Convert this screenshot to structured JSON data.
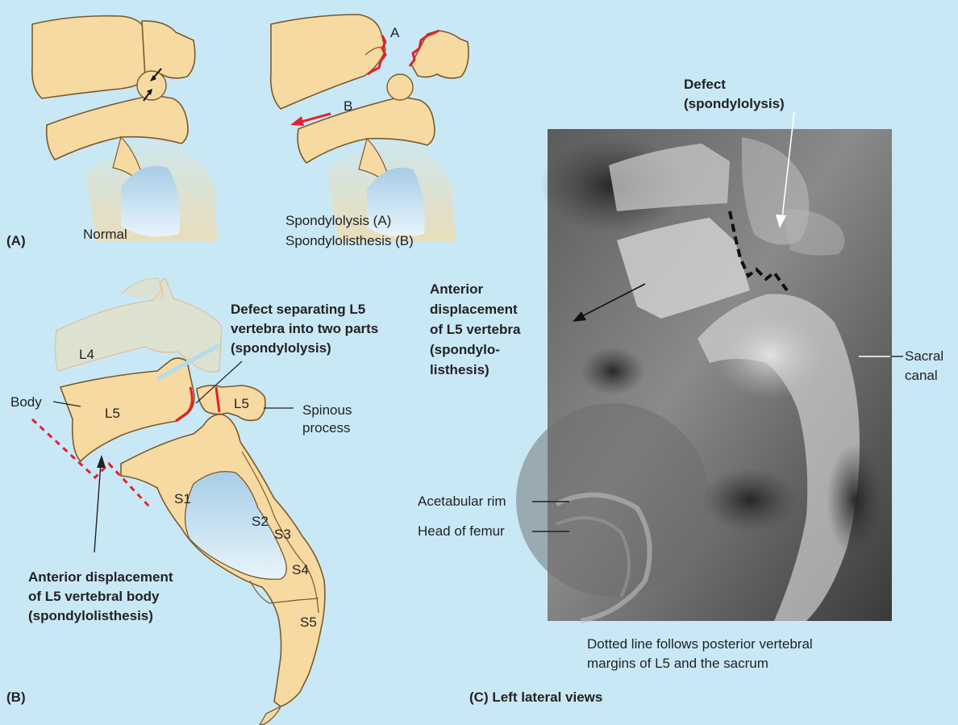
{
  "panel_a": {
    "tag": "(A)",
    "normal_caption": "Normal",
    "marker_a": "A",
    "marker_b": "B",
    "caption_line1": "Spondylolysis (A)",
    "caption_line2": "Spondylolisthesis (B)"
  },
  "panel_b": {
    "tag": "(B)",
    "vertebra_labels": {
      "l4": "L4",
      "l5_body": "L5",
      "l5_spinous": "L5"
    },
    "sacral_labels": [
      "S1",
      "S2",
      "S3",
      "S4",
      "S5"
    ],
    "body_label": "Body",
    "spinous_line1": "Spinous",
    "spinous_line2": "process",
    "defect_line1": "Defect separating L5",
    "defect_line2": "vertebra into two parts",
    "defect_line3": "(spondylolysis)",
    "anterior_line1": "Anterior displacement",
    "anterior_line2": "of L5 vertebral body",
    "anterior_line3": "(spondylolisthesis)"
  },
  "panel_c": {
    "tag": "(C) Left lateral views",
    "defect_line1": "Defect",
    "defect_line2": "(spondylolysis)",
    "anterior_line1": "Anterior",
    "anterior_line2": "displacement",
    "anterior_line3": "of L5 vertebra",
    "anterior_line4": "(spondylo-",
    "anterior_line5": "listhesis)",
    "sacral_line1": "Sacral",
    "sacral_line2": "canal",
    "acetabular": "Acetabular rim",
    "femur": "Head of femur",
    "caption_line1": "Dotted line follows posterior vertebral",
    "caption_line2": "margins of L5 and the sacrum"
  },
  "colors": {
    "background": "#c9e8f6",
    "bone": "#f7d9a2",
    "defect_red": "#e0232a",
    "xray_dark": "#2e2e2e"
  }
}
